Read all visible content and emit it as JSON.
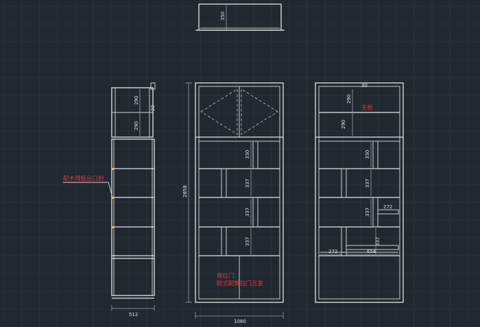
{
  "canvas": {
    "background": "#212830",
    "grid_color": "#2f3944",
    "line_color": "#e6e6e6",
    "note_color": "#e8323a",
    "dim_color": "#9aa0a8"
  },
  "top_view": {
    "depth": "350"
  },
  "side_view": {
    "cabinet_depth": "512",
    "top_shelf_1": "290",
    "top_shelf_2": "290",
    "offset": "22",
    "note": "配木隔板后口封"
  },
  "front_view": {
    "overall_height": "2858",
    "overall_width": "1080",
    "shelf_1": "330",
    "shelf_2": "337",
    "shelf_3": "337",
    "shelf_4": "337",
    "door_note_1": "推拉门",
    "door_note_2": "欧式配推拉门五金"
  },
  "inner_view": {
    "top_mark": "30",
    "top_shelf_1": "290",
    "top_shelf_2": "290",
    "top_note": "无柜",
    "shelf_1": "330",
    "shelf_2": "337",
    "shelf_3": "337",
    "shelf_4": "337",
    "drawer_width": "272",
    "bottom_left": "272",
    "bottom_mid": "654"
  }
}
